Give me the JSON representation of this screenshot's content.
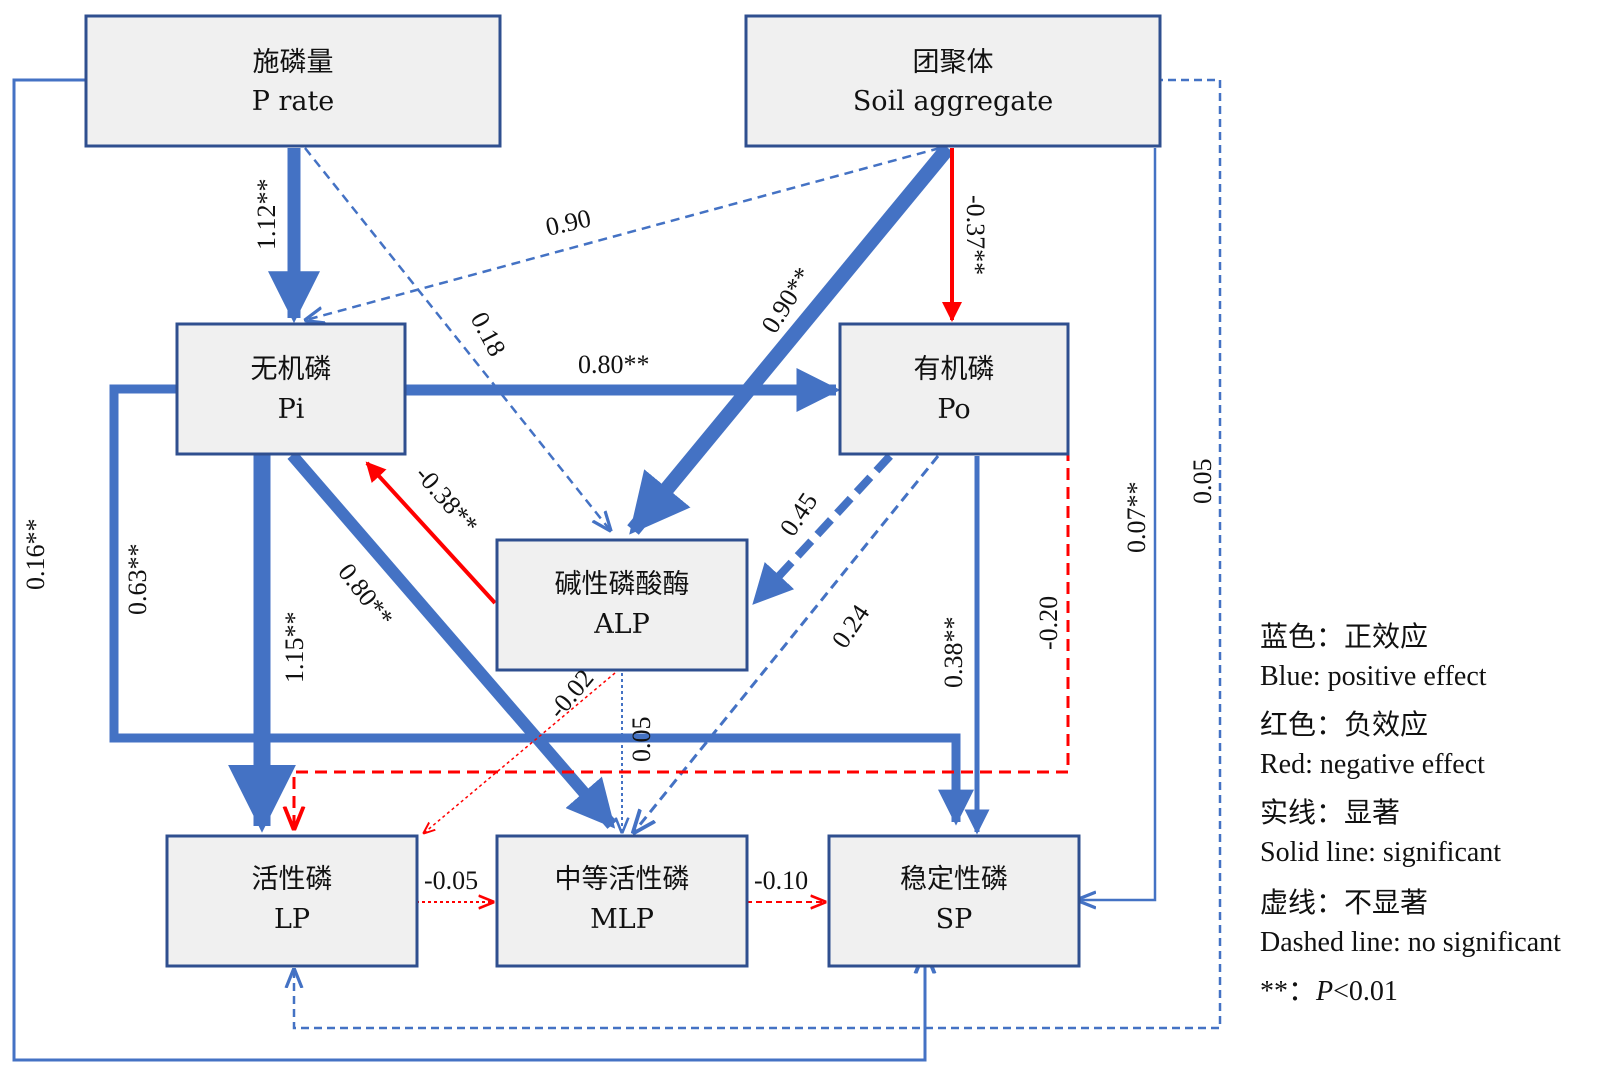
{
  "colors": {
    "positive": "#4472c4",
    "negative": "#ff0000",
    "box_fill": "#f0f0f0",
    "box_stroke": "#2f4f8f"
  },
  "nodes": {
    "prate": {
      "cn": "施磷量",
      "en": "P rate"
    },
    "agg": {
      "cn": "团聚体",
      "en": "Soil aggregate"
    },
    "pi": {
      "cn": "无机磷",
      "en": "Pi"
    },
    "po": {
      "cn": "有机磷",
      "en": "Po"
    },
    "alp": {
      "cn": "碱性磷酸酶",
      "en": "ALP"
    },
    "lp": {
      "cn": "活性磷",
      "en": "LP"
    },
    "mlp": {
      "cn": "中等活性磷",
      "en": "MLP"
    },
    "sp": {
      "cn": "稳定性磷",
      "en": "SP"
    }
  },
  "paths": {
    "prate_pi": {
      "label": "1.12**",
      "sign": "positive",
      "significant": true
    },
    "prate_alp": {
      "label": "0.18",
      "sign": "positive",
      "significant": false
    },
    "prate_sp": {
      "label": "0.16**",
      "sign": "positive",
      "significant": true
    },
    "agg_pi": {
      "label": "0.90",
      "sign": "positive",
      "significant": false
    },
    "agg_alp": {
      "label": "0.90**",
      "sign": "positive",
      "significant": true
    },
    "agg_po": {
      "label": "-0.37**",
      "sign": "negative",
      "significant": true
    },
    "agg_sp": {
      "label": "0.07**",
      "sign": "positive",
      "significant": true
    },
    "agg_lp": {
      "label": "0.05",
      "sign": "positive",
      "significant": false
    },
    "pi_po": {
      "label": "0.80**",
      "sign": "positive",
      "significant": true
    },
    "pi_sp": {
      "label": "0.63**",
      "sign": "positive",
      "significant": true
    },
    "pi_lp": {
      "label": "1.15**",
      "sign": "positive",
      "significant": true
    },
    "pi_mlp": {
      "label": "0.80**",
      "sign": "positive",
      "significant": true
    },
    "alp_pi": {
      "label": "-0.38**",
      "sign": "negative",
      "significant": true
    },
    "alp_lp": {
      "label": "-0.02",
      "sign": "negative",
      "significant": false
    },
    "alp_mlp": {
      "label": "0.05",
      "sign": "positive",
      "significant": false
    },
    "po_alp": {
      "label": "0.45",
      "sign": "positive",
      "significant": false
    },
    "po_mlp": {
      "label": "0.24",
      "sign": "positive",
      "significant": false
    },
    "po_sp": {
      "label": "0.38**",
      "sign": "positive",
      "significant": true
    },
    "po_lp": {
      "label": "-0.20",
      "sign": "negative",
      "significant": false
    },
    "lp_mlp": {
      "label": "-0.05",
      "sign": "negative",
      "significant": false
    },
    "mlp_sp": {
      "label": "-0.10",
      "sign": "negative",
      "significant": false
    }
  },
  "legend": {
    "blue_cn": "蓝色：正效应",
    "blue_en": "Blue: positive effect",
    "red_cn": "红色：负效应",
    "red_en": "Red: negative effect",
    "solid_cn": "实线：显著",
    "solid_en": "Solid line: significant",
    "dashed_cn": "虚线：不显著",
    "dashed_en": "Dashed line: no significant",
    "sig_prefix": "**：",
    "sig_p": "P",
    "sig_rest": "<0.01"
  }
}
